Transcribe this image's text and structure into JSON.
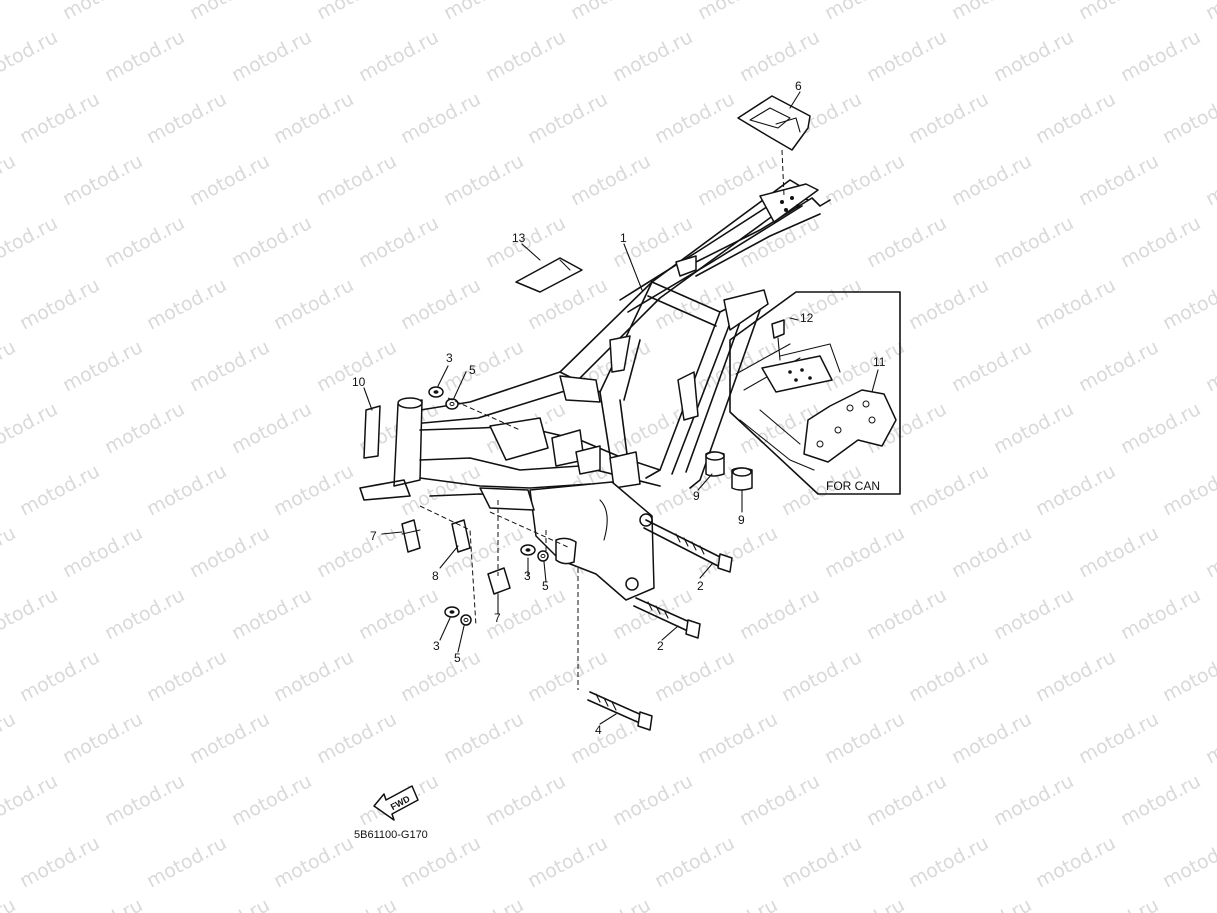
{
  "watermark": "motod.ru",
  "diagram_code": "5B61100-G170",
  "inset_label": "FOR CAN",
  "fwd_label": "FWD",
  "callouts": {
    "c1": "1",
    "c2a": "2",
    "c2b": "2",
    "c3a": "3",
    "c3b": "3",
    "c3c": "3",
    "c4": "4",
    "c5a": "5",
    "c5b": "5",
    "c5c": "5",
    "c6": "6",
    "c7a": "7",
    "c7b": "7",
    "c8": "8",
    "c9a": "9",
    "c9b": "9",
    "c10": "10",
    "c11": "11",
    "c12": "12",
    "c13": "13"
  }
}
